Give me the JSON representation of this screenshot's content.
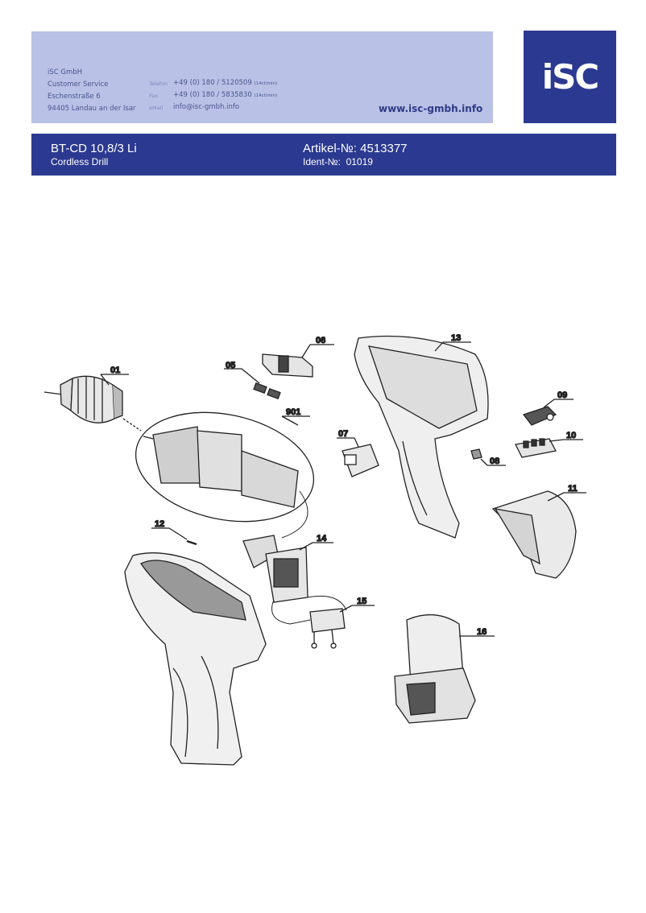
{
  "contact": {
    "company": "iSC GmbH",
    "department": "Customer Service",
    "street": "Eschenstraße 6",
    "city": "94405 Landau an der Isar",
    "phone_label": "Telefon",
    "phone": "+49 (0) 180 / 5120509",
    "phone_rate": "(14ct/min)",
    "fax_label": "Fax",
    "fax": "+49 (0) 180 / 5835830",
    "fax_rate": "(14ct/min)",
    "email_label": "eMail",
    "email": "info@isc-gmbh.info",
    "website": "www.isc-gmbh.info"
  },
  "logo": {
    "text": "iSC",
    "color": "#2b3990"
  },
  "product": {
    "model": "BT-CD 10,8/3 Li",
    "name": "Cordless Drill",
    "article_label": "Artikel-№:",
    "article_number": "4513377",
    "ident_label": "Ident-№:",
    "ident_number": "01019"
  },
  "parts": {
    "p01": "01",
    "p05": "05",
    "p06": "06",
    "p901": "901",
    "p07": "07",
    "p13": "13",
    "p09": "09",
    "p10": "10",
    "p08": "08",
    "p11": "11",
    "p12": "12",
    "p14": "14",
    "p15": "15",
    "p16": "16"
  },
  "colors": {
    "header_bg": "#b9c1e6",
    "brand_blue": "#2b3990"
  }
}
